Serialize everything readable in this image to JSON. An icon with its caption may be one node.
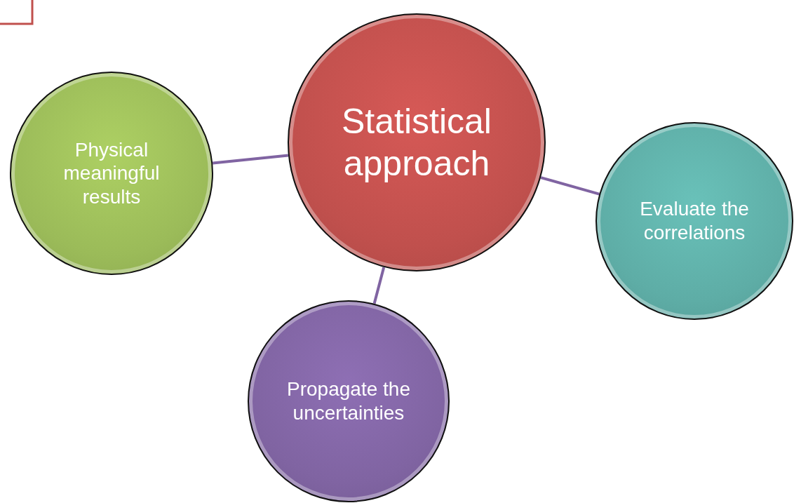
{
  "diagram": {
    "nodes": [
      {
        "text": [
          "Statistical approach"
        ]
      },
      {
        "text": [
          "Physical meaningful results"
        ]
      },
      {
        "text": [
          "Evaluate the correlations"
        ]
      },
      {
        "text": [
          "Propagate the uncertainties"
        ]
      }
    ],
    "edges": [
      {
        "from": 0,
        "to": 1,
        "arrow": "none"
      },
      {
        "from": 0,
        "to": 2,
        "arrow": "none"
      },
      {
        "from": 0,
        "to": 3,
        "arrow": "none"
      }
    ]
  }
}
